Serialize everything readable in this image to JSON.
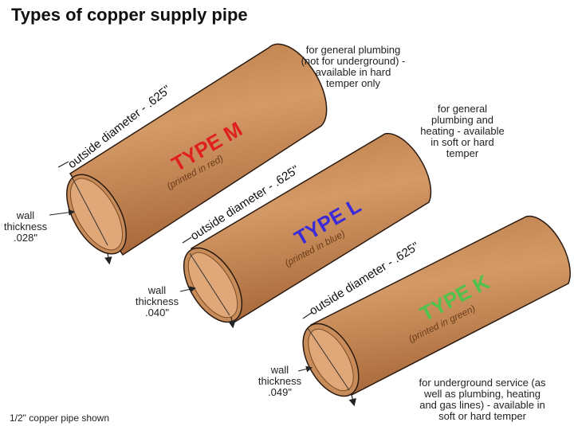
{
  "title": "Types of copper supply pipe",
  "footnote": "1/2\" copper pipe shown",
  "pipes": [
    {
      "type_label": "TYPE M",
      "printed_label": "(printed in red)",
      "label_color": "#e02020",
      "diameter_label": "outside diameter - .625\"",
      "wall_label": "wall",
      "thickness_label": "thickness",
      "thickness_value": ".028\"",
      "note": "for general plumbing\n(not for underground) -\navailable in hard\ntemper only"
    },
    {
      "type_label": "TYPE L",
      "printed_label": "(printed in blue)",
      "label_color": "#3a2ad8",
      "diameter_label": "outside diameter - .625\"",
      "wall_label": "wall",
      "thickness_label": "thickness",
      "thickness_value": ".040\"",
      "note": "for general\nplumbing and\nheating - available\nin soft or hard\ntemper"
    },
    {
      "type_label": "TYPE K",
      "printed_label": "(printed in green)",
      "label_color": "#4ec24a",
      "diameter_label": "outside diameter - .625\"",
      "wall_label": "wall",
      "thickness_label": "thickness",
      "thickness_value": ".049\"",
      "note": "for underground service (as\nwell as plumbing, heating\nand gas lines) - available in\nsoft or hard temper"
    }
  ],
  "colors": {
    "copper_body": "#c98a55",
    "copper_edge": "#7a4a22",
    "copper_inner": "#e0a878",
    "outline": "#2a1a10"
  }
}
